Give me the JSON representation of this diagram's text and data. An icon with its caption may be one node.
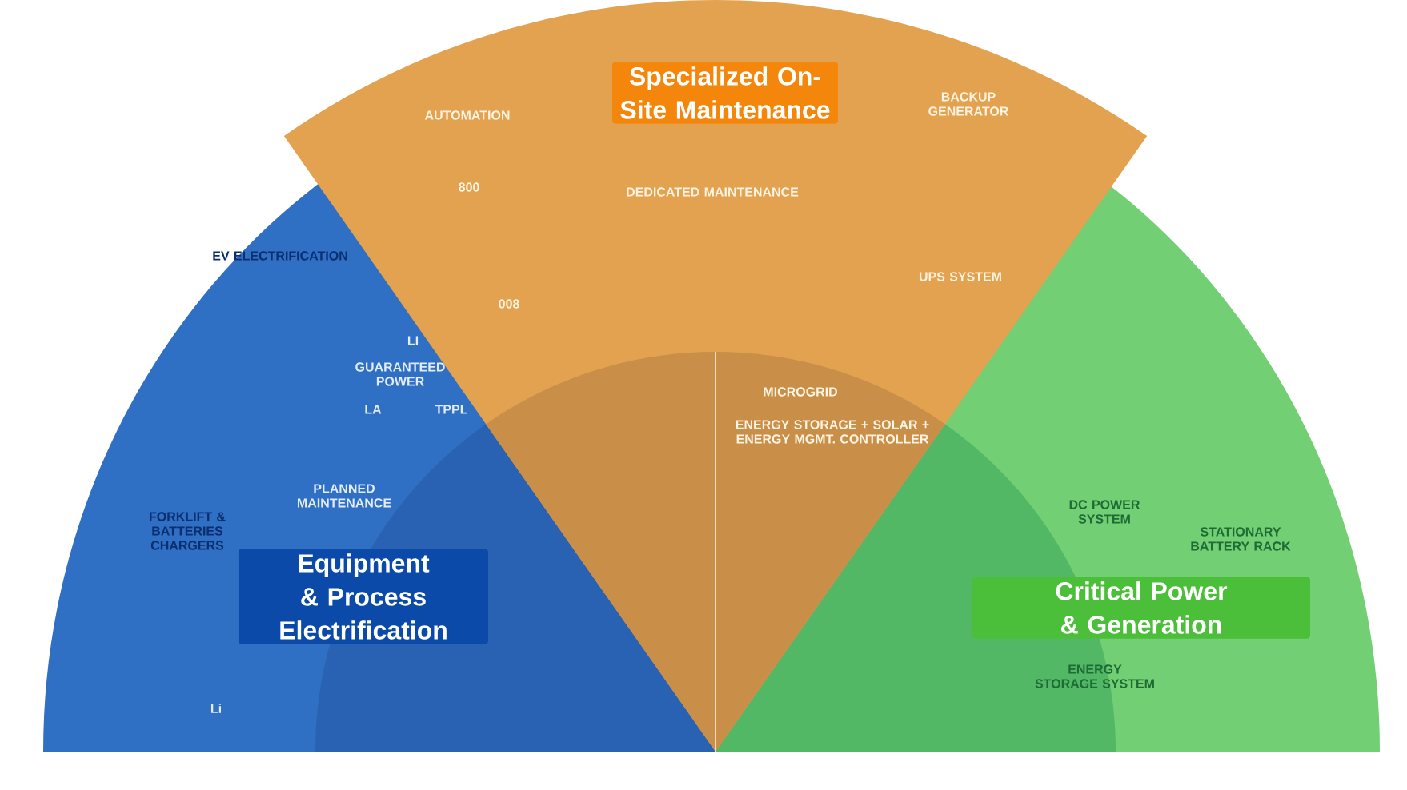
{
  "diagram": {
    "nodes": [
      {
        "text": [
          "Specialized On-Site Maintenance"
        ]
      },
      {
        "text": [
          "Equipment & Process Electrification"
        ]
      },
      {
        "text": [
          "Critical Power & Generation"
        ]
      }
    ],
    "labels": [
      "AUTOMATION",
      "BACKUP GENERATOR",
      "800",
      "DEDICATED MAINTENANCE",
      "EV ELECTRIFICATION",
      "UPS SYSTEM",
      "008",
      "LI",
      "GUARANTEED POWER",
      "LA",
      "TPPL",
      "MICROGRID",
      "ENERGY STORAGE + SOLAR + ENERGY MGMT. CONTROLLER",
      "PLANNED MAINTENANCE",
      "DC POWER SYSTEM",
      "STATIONARY BATTERY RACK",
      "FORKLIFT & BATTERIES CHARGERS",
      "ENERGY STORAGE SYSTEM",
      "Li"
    ]
  }
}
